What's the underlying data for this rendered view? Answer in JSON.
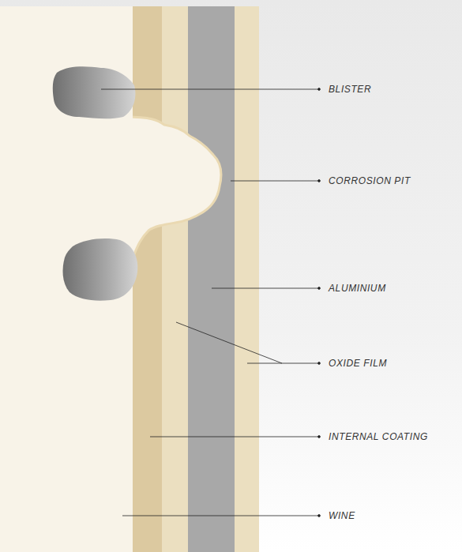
{
  "diagram": {
    "labels": [
      "BLISTER",
      "CORROSION PIT",
      "ALUMINIUM",
      "OXIDE FILM",
      "INTERNAL COATING",
      "WINE"
    ]
  }
}
